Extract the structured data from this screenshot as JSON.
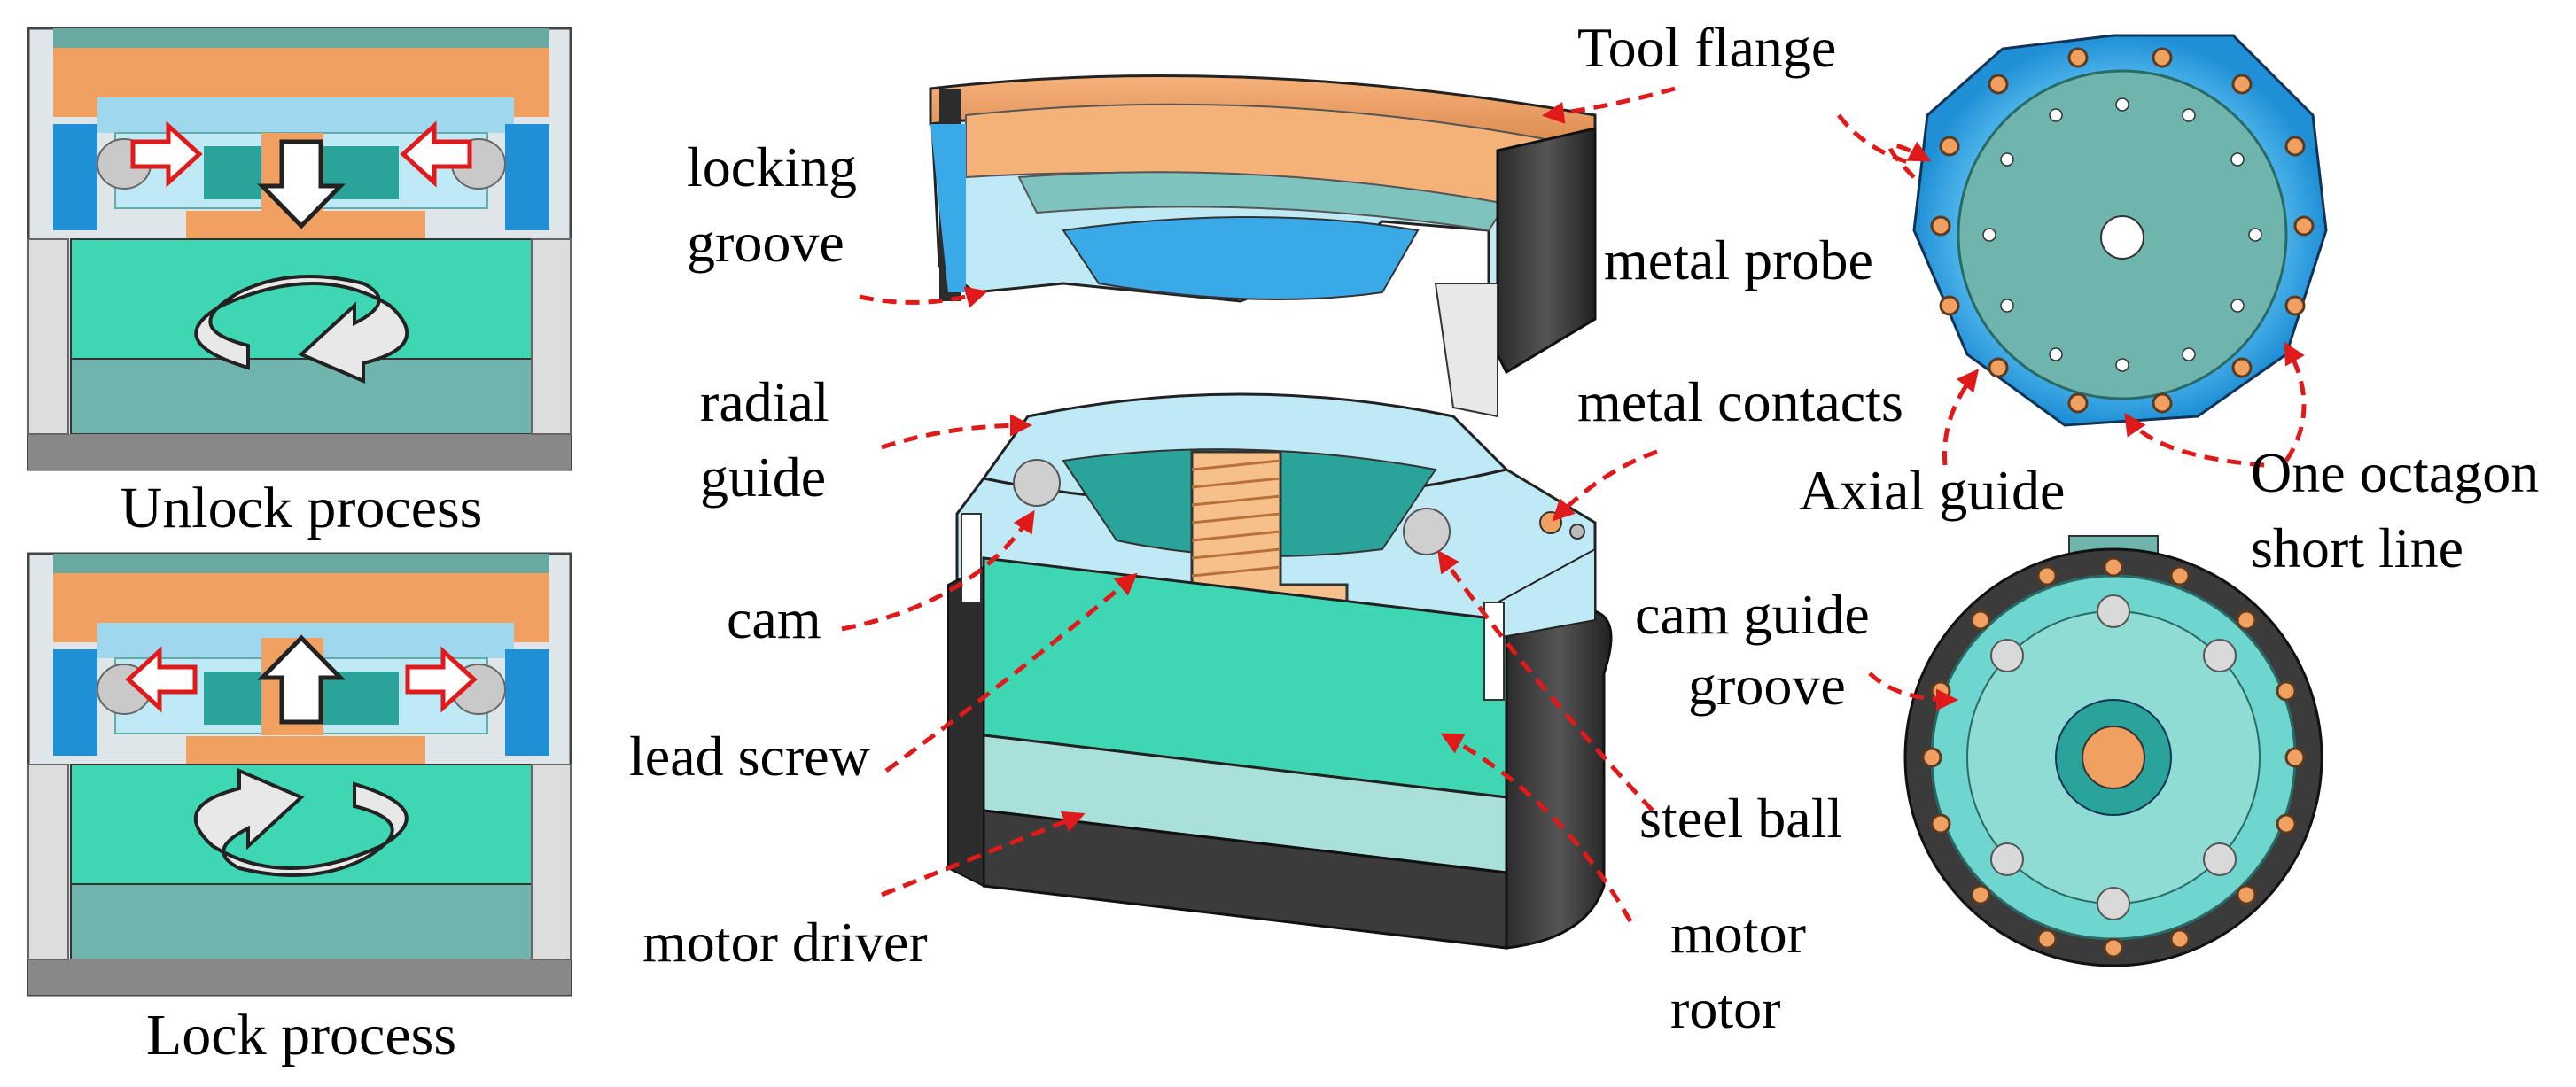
{
  "panels": {
    "unlock_caption": "Unlock process",
    "lock_caption": "Lock process"
  },
  "labels": {
    "tool_flange": "Tool flange",
    "locking_groove_1": "locking",
    "locking_groove_2": "groove",
    "metal_probe": "metal probe",
    "radial_guide_1": "radial",
    "radial_guide_2": "guide",
    "metal_contacts": "metal contacts",
    "cam": "cam",
    "lead_screw": "lead screw",
    "motor_driver": "motor driver",
    "steel_ball": "steel ball",
    "motor_rotor_1": "motor",
    "motor_rotor_2": "rotor",
    "axial_guide": "Axial guide",
    "one_octagon_1": "One octagon",
    "one_octagon_2": "short line",
    "cam_guide_groove_1": "cam guide",
    "cam_guide_groove_2": "groove"
  },
  "colors": {
    "copper": "#f0a060",
    "cyan_light": "#bfe9f5",
    "blue_ring": "#3aa9e8",
    "teal_plate": "#6fb5ae",
    "mint_motor": "#3fd6b4",
    "mint_light": "#a9e0da",
    "dark_shell": "#3b3b3b",
    "annotation": "#e01a1a"
  }
}
